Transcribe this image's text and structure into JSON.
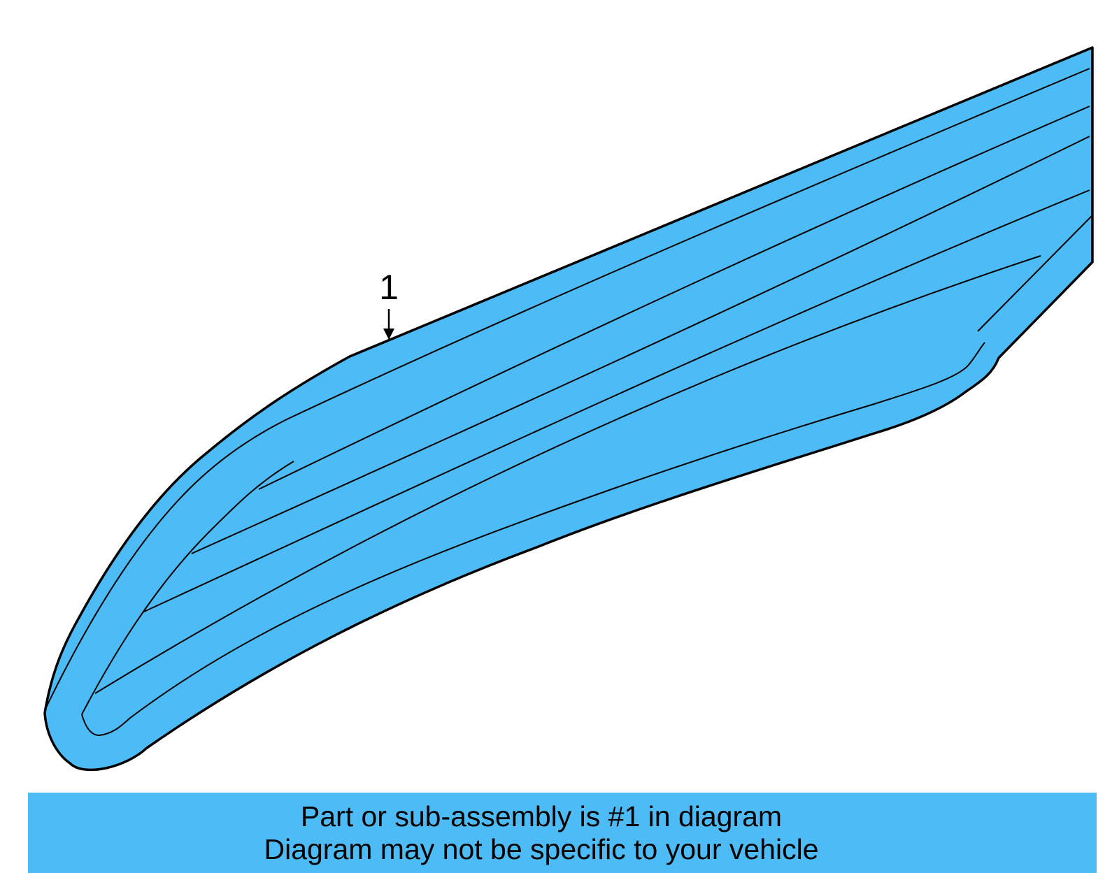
{
  "colors": {
    "part_fill": "#4DBBF5",
    "banner_fill": "#4DBBF5",
    "outline": "#000000"
  },
  "diagram": {
    "callout_label": "1"
  },
  "banner": {
    "line1": "Part or sub-assembly is #1 in diagram",
    "line2": "Diagram may not be specific to your vehicle"
  }
}
